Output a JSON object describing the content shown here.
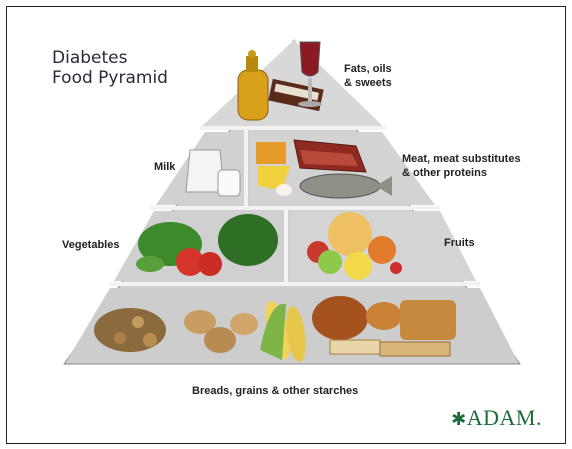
{
  "title_line1": "Diabetes",
  "title_line2": "Food Pyramid",
  "labels": {
    "fats_line1": "Fats, oils",
    "fats_line2": "& sweets",
    "milk": "Milk",
    "meat_line1": "Meat, meat substitutes",
    "meat_line2": "& other proteins",
    "vegetables": "Vegetables",
    "fruits": "Fruits",
    "breads": "Breads, grains & other starches"
  },
  "brand": "ADAM.",
  "colors": {
    "pyramid_fill": "#d3d3d3",
    "pyramid_edge": "#8a8a8a",
    "brand_green": "#1e6b3a"
  },
  "icons": [
    "oil-bottle-icon",
    "wine-glass-icon",
    "candy-bar-icon",
    "milk-jug-icon",
    "cheese-icon",
    "meat-icon",
    "fish-icon",
    "vegetables-icon",
    "fruits-icon",
    "bread-icon",
    "potato-icon",
    "corn-icon",
    "cereal-icon",
    "adam-logo-icon"
  ]
}
